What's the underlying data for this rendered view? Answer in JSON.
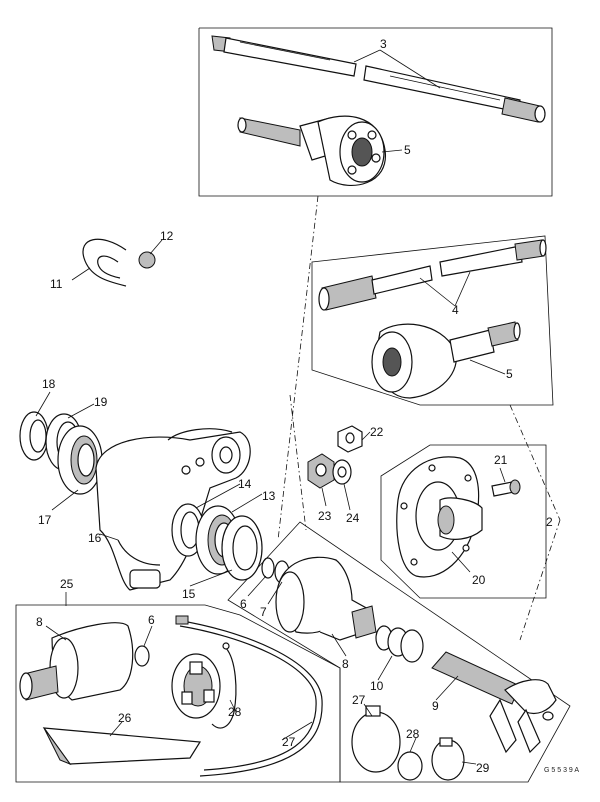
{
  "labels": {
    "l2": "2",
    "l3": "3",
    "l4": "4",
    "l5a": "5",
    "l5b": "5",
    "l6a": "6",
    "l6b": "6",
    "l7": "7",
    "l8a": "8",
    "l8b": "8",
    "l9": "9",
    "l10": "10",
    "l11": "11",
    "l12": "12",
    "l13": "13",
    "l14": "14",
    "l15": "15",
    "l16": "16",
    "l17": "17",
    "l18": "18",
    "l19": "19",
    "l20": "20",
    "l21": "21",
    "l22": "22",
    "l23": "23",
    "l24": "24",
    "l25": "25",
    "l26": "26",
    "l27a": "27",
    "l27b": "27",
    "l28a": "28",
    "l28b": "28",
    "l29": "29"
  },
  "reference": "G 5 5 3 9 A"
}
